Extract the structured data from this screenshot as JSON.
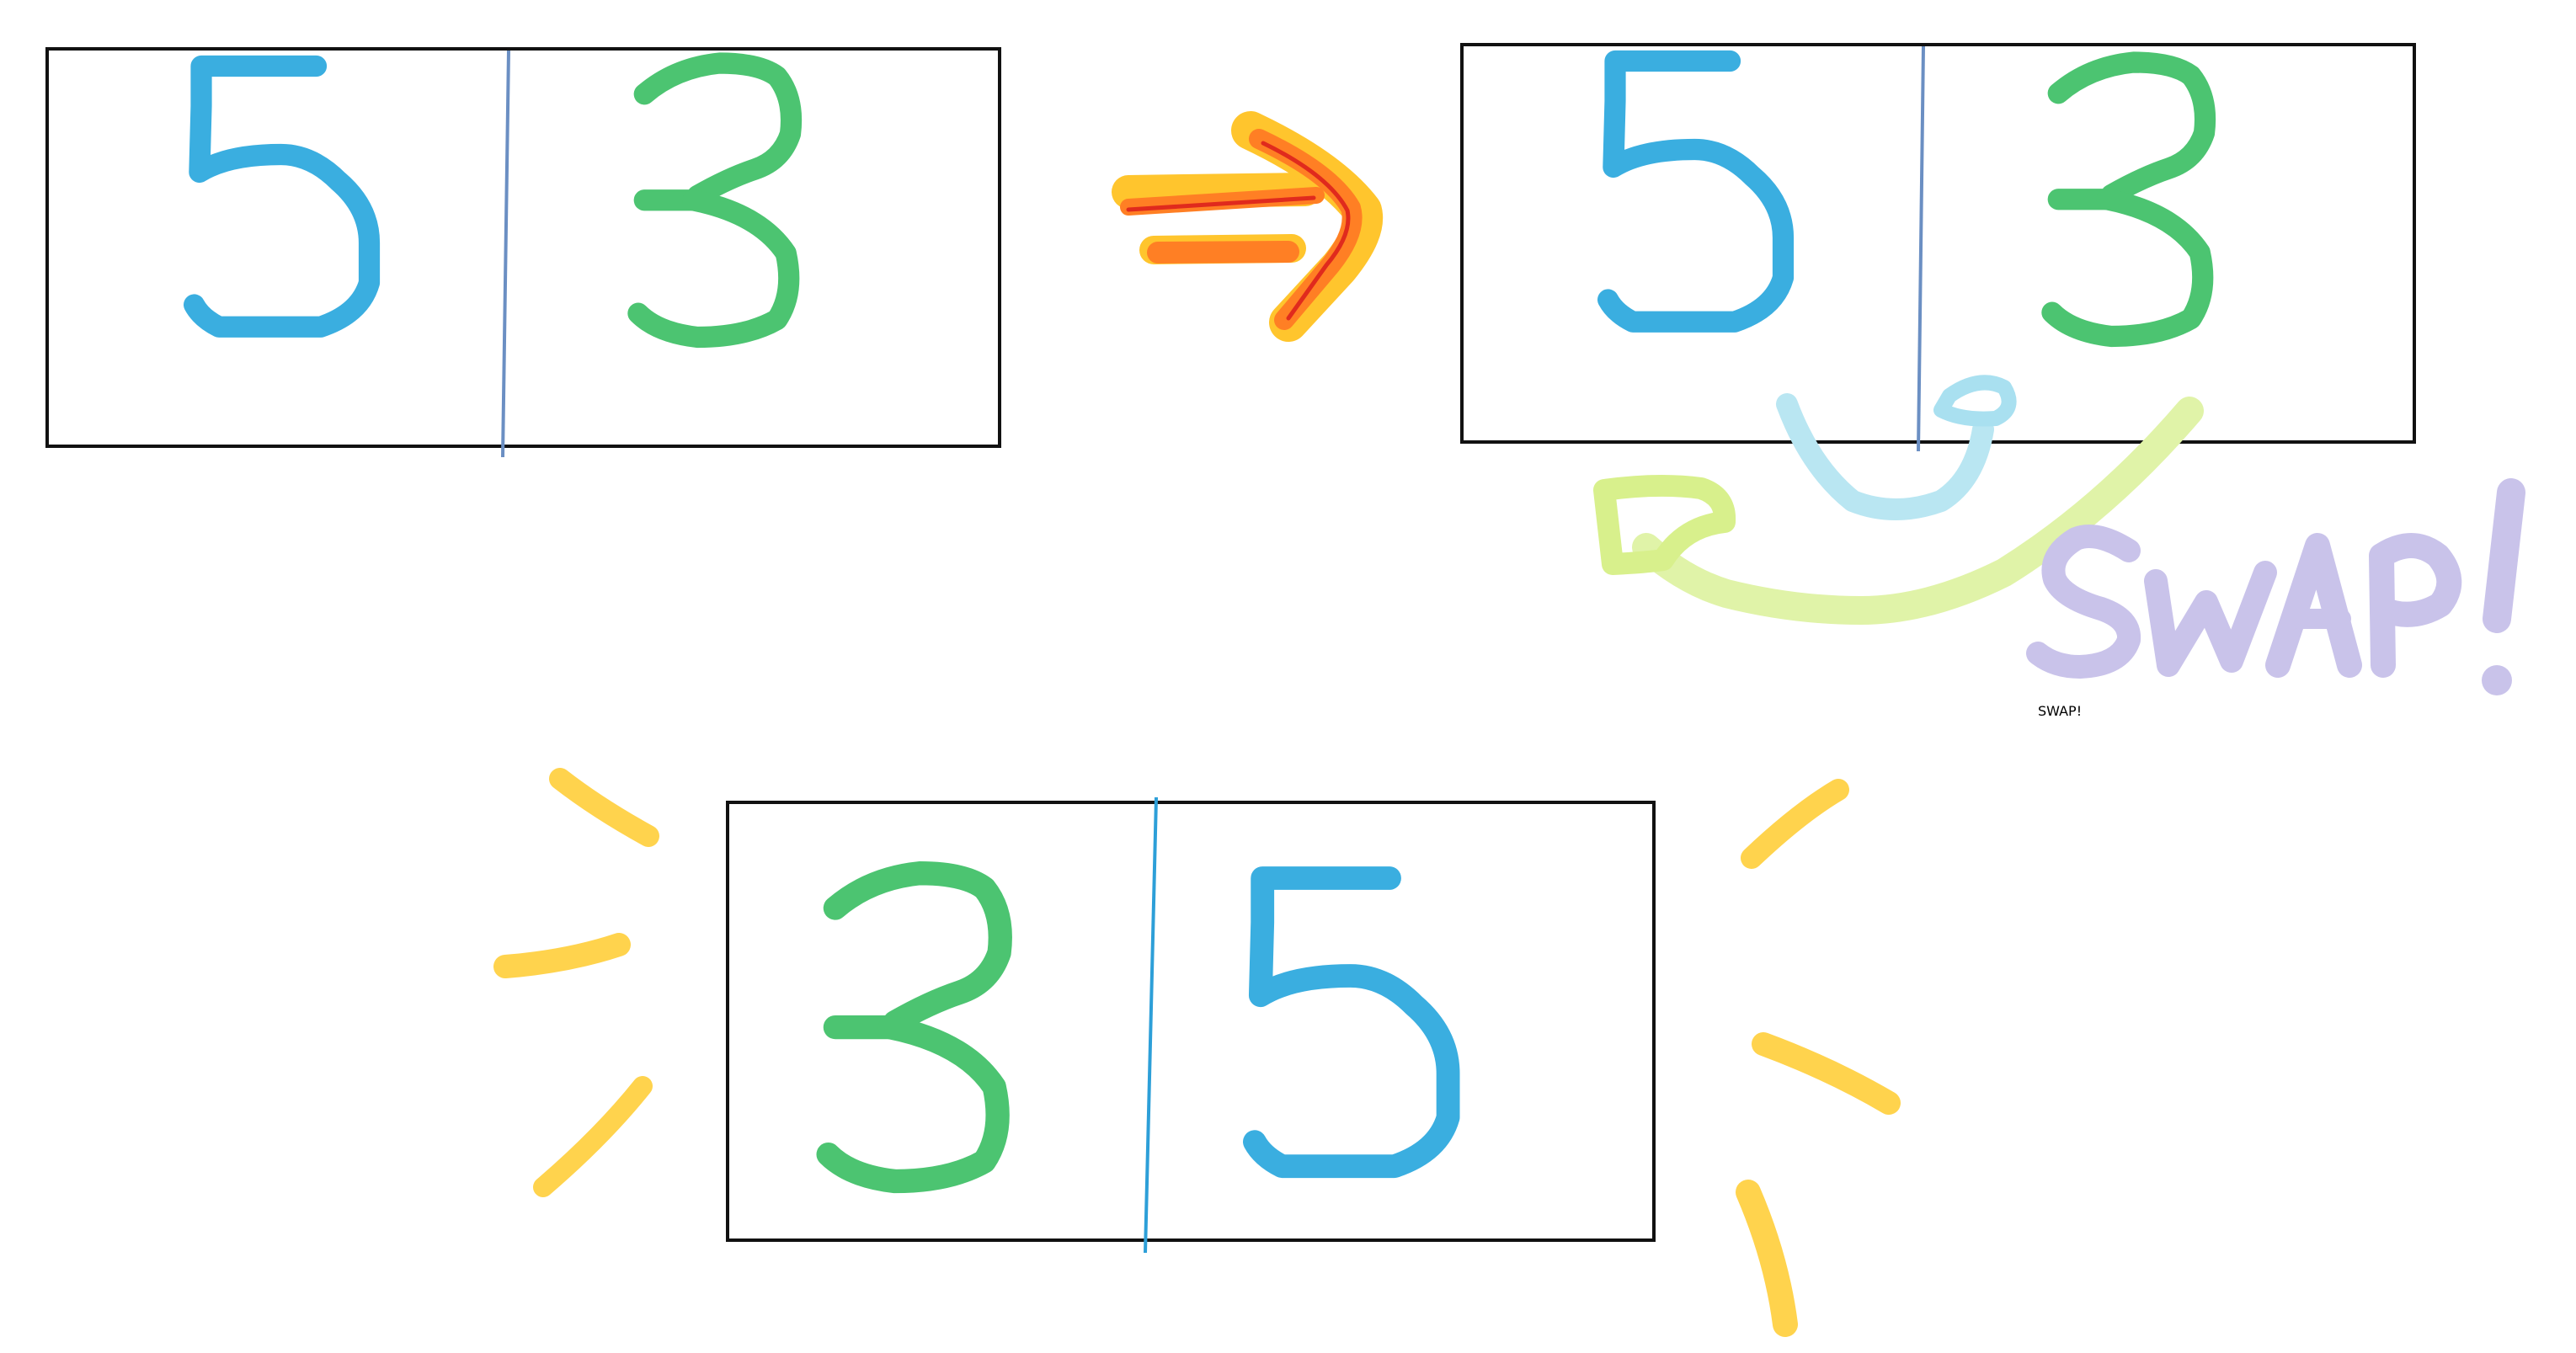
{
  "colors": {
    "five": "#3aaee0",
    "three": "#4cc471",
    "three_middle": "#2fb65d",
    "frame": "#111111",
    "divider": "#6b8fc3",
    "divider_bottom": "#2d9fd8",
    "arrow_outer": "#ffc52d",
    "arrow_mid": "#ff7f24",
    "arrow_inner": "#e02a1d",
    "swap_left_arrow": "#d8f08c",
    "swap_right_arrow": "#b9e6f2",
    "swap_text": "#c9c3ea",
    "rays": "#ffd34d"
  },
  "diagram": {
    "before": {
      "left_value": "5",
      "right_value": "3"
    },
    "after_arrow": {
      "left_value": "5",
      "right_value": "3"
    },
    "result": {
      "left_value": "3",
      "right_value": "5"
    },
    "swap_label": "SWAP!"
  },
  "icons": {
    "arrow": "double-arrow-right",
    "swap_left": "curved-arrow-left",
    "swap_right": "curved-arrow-right",
    "rays": "sparkle-rays"
  }
}
